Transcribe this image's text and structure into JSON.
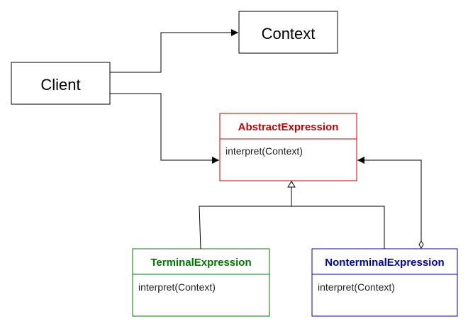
{
  "diagram": {
    "client": {
      "label": "Client"
    },
    "context": {
      "label": "Context"
    },
    "abstract_expression": {
      "name": "AbstractExpression",
      "operation": "interpret(Context)",
      "color": "#cc0000"
    },
    "terminal_expression": {
      "name": "TerminalExpression",
      "operation": "interpret(Context)",
      "color": "#007700"
    },
    "nonterminal_expression": {
      "name": "NonterminalExpression",
      "operation": "interpret(Context)",
      "color": "#0000aa"
    },
    "relations": [
      {
        "from": "client",
        "to": "context",
        "kind": "association"
      },
      {
        "from": "client",
        "to": "abstract_expression",
        "kind": "association"
      },
      {
        "from": "terminal_expression",
        "to": "abstract_expression",
        "kind": "inheritance"
      },
      {
        "from": "nonterminal_expression",
        "to": "abstract_expression",
        "kind": "inheritance"
      },
      {
        "from": "nonterminal_expression",
        "to": "abstract_expression",
        "kind": "aggregation"
      }
    ]
  }
}
